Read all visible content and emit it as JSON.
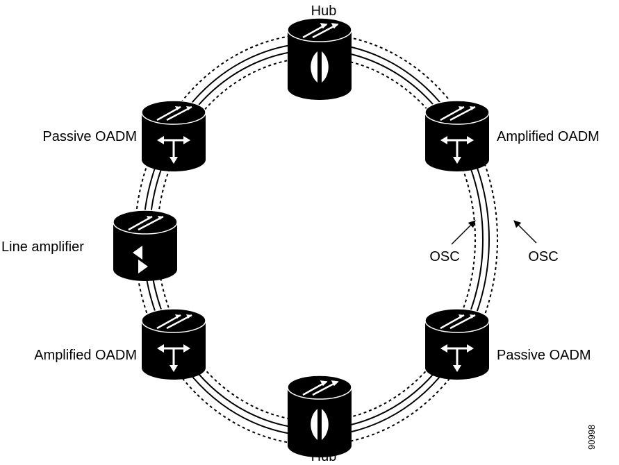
{
  "nodes": {
    "hub_top": {
      "label": "Hub",
      "type": "hub",
      "icon": "hub-icon"
    },
    "amp_oadm_tr": {
      "label": "Amplified OADM",
      "type": "amplified-oadm",
      "icon": "oadm-icon"
    },
    "pass_oadm_br": {
      "label": "Passive OADM",
      "type": "passive-oadm",
      "icon": "oadm-icon"
    },
    "hub_bottom": {
      "label": "Hub",
      "type": "hub",
      "icon": "hub-icon"
    },
    "amp_oadm_bl": {
      "label": "Amplified OADM",
      "type": "amplified-oadm",
      "icon": "oadm-icon"
    },
    "line_amp": {
      "label": "Line amplifier",
      "type": "line-amplifier",
      "icon": "amplifier-icon"
    },
    "pass_oadm_tl": {
      "label": "Passive OADM",
      "type": "passive-oadm",
      "icon": "oadm-icon"
    }
  },
  "annotations": {
    "osc_inner": "OSC",
    "osc_outer": "OSC"
  },
  "figure_id": "90998",
  "colors": {
    "ink": "#000000",
    "paper": "#ffffff"
  }
}
